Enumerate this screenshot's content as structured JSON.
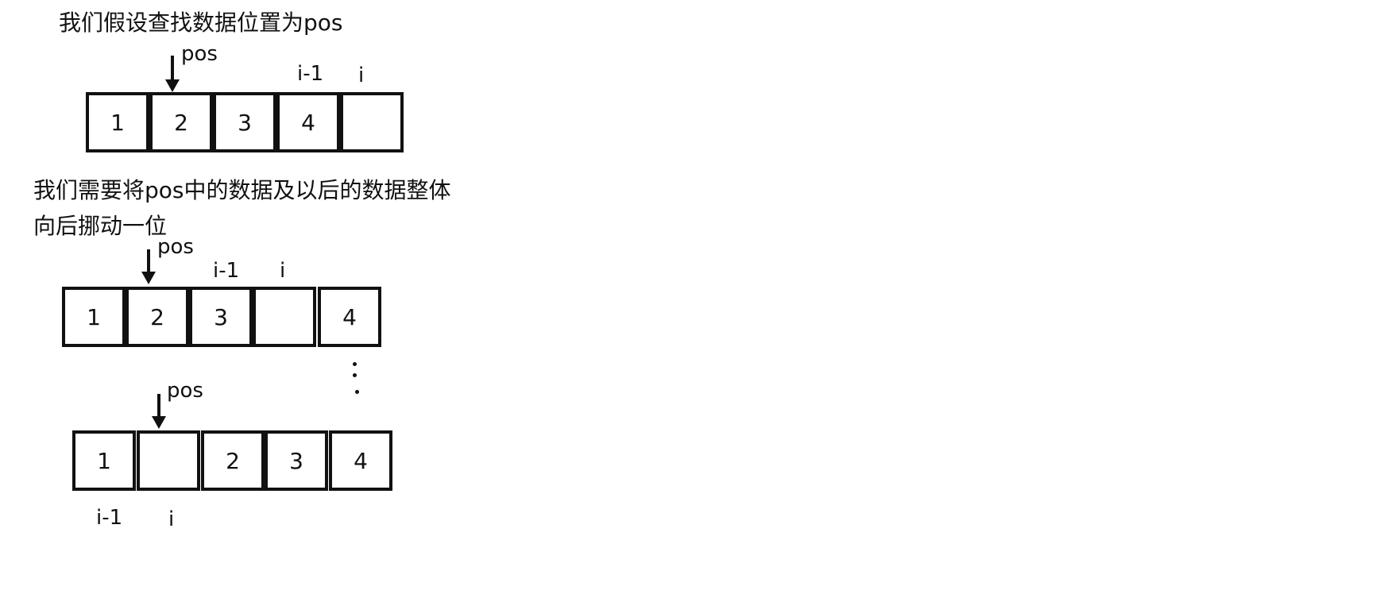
{
  "texts": {
    "intro": "我们假设查找数据位置为pos",
    "explain_line1": "我们需要将pos中的数据及以后的数据整体",
    "explain_line2": "向后挪动一位"
  },
  "pointer_label": "pos",
  "index_labels": {
    "prev": "i-1",
    "cur": "i"
  },
  "arrays": [
    {
      "name": "initial",
      "cells": [
        "1",
        "2",
        "3",
        "4",
        ""
      ]
    },
    {
      "name": "shift-step",
      "cells": [
        "1",
        "2",
        "3",
        "",
        "4"
      ]
    },
    {
      "name": "final",
      "cells": [
        "1",
        "",
        "2",
        "3",
        "4"
      ]
    }
  ],
  "colors": {
    "ink": "#111111",
    "background": "#ffffff"
  }
}
